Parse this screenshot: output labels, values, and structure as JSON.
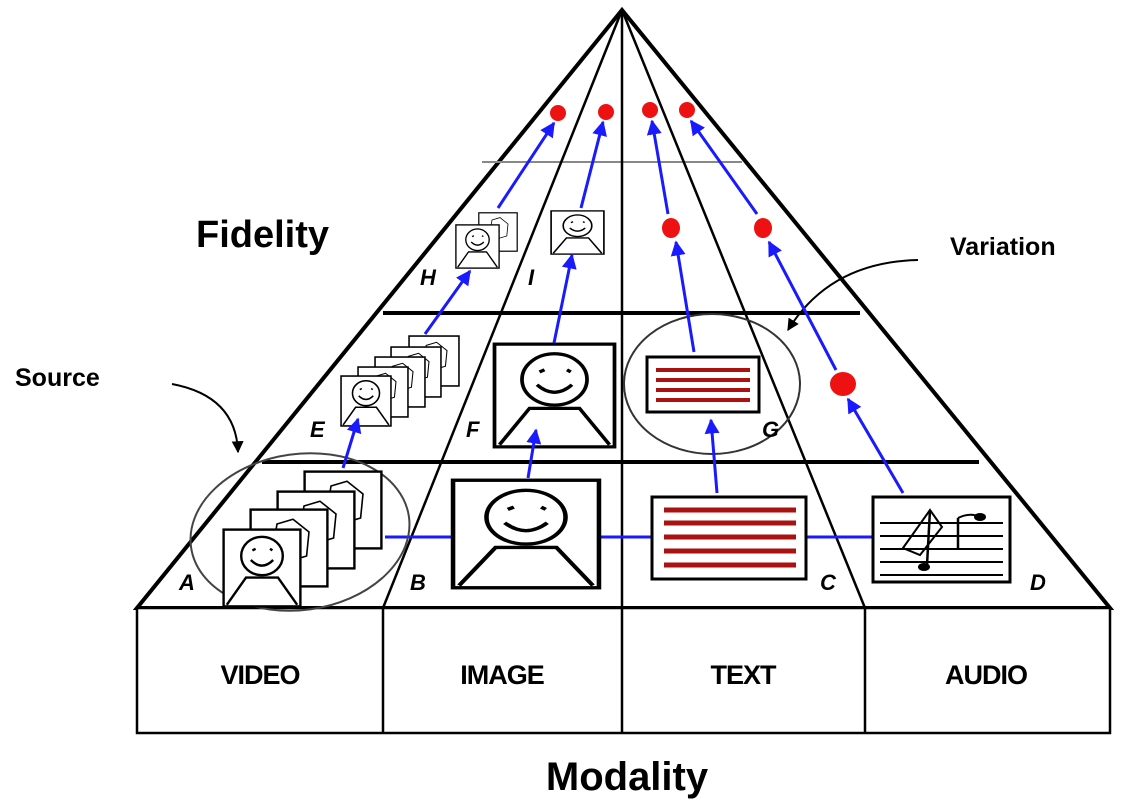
{
  "labels": {
    "fidelity": "Fidelity",
    "modality": "Modality",
    "source": "Source",
    "variation": "Variation"
  },
  "modalities": [
    "VIDEO",
    "IMAGE",
    "TEXT",
    "AUDIO"
  ],
  "node_letters": [
    "A",
    "B",
    "C",
    "D",
    "E",
    "F",
    "G",
    "H",
    "I"
  ],
  "colors": {
    "stroke": "#000000",
    "arrow": "#1a1aff",
    "red_dot": "#ee1111",
    "text_lines": "#aa1111",
    "text_box_fill": "#ffffff"
  },
  "icons": {
    "video": "face-frame-stack-icon",
    "image": "face-frame-icon",
    "text": "text-document-icon",
    "audio": "music-notes-icon"
  }
}
